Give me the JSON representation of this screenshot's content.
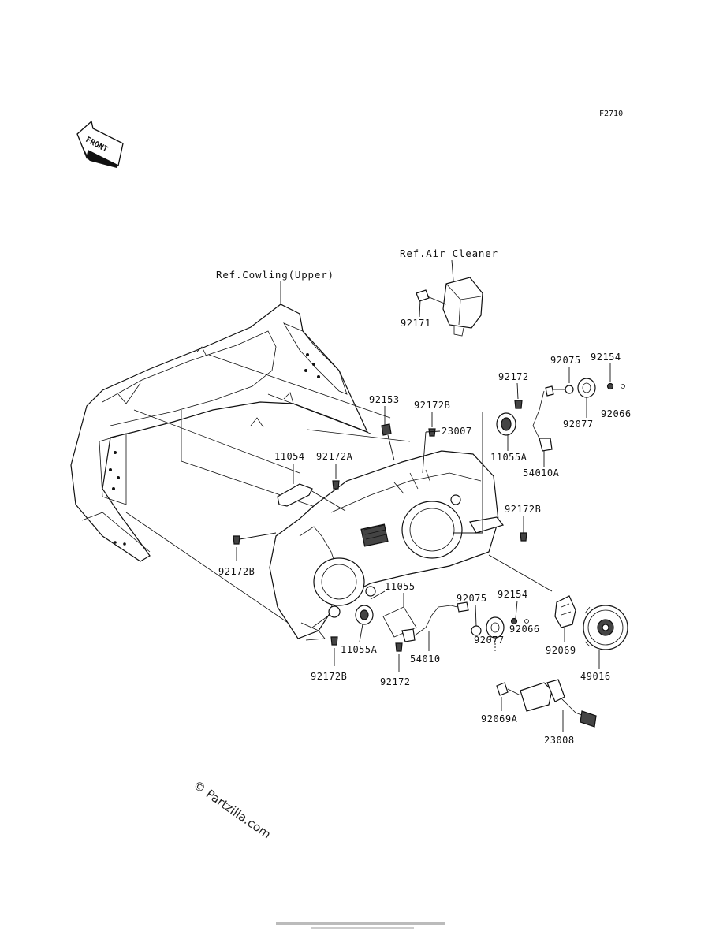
{
  "diagram_code": "F2710",
  "front_arrow_label": "FRONT",
  "references": {
    "air_cleaner": "Ref.Air Cleaner",
    "cowling_upper": "Ref.Cowling(Upper)"
  },
  "parts": {
    "p92171": "92171",
    "p92075_top": "92075",
    "p92154_top": "92154",
    "p92172_top": "92172",
    "p92066_top": "92066",
    "p92077_top": "92077",
    "p92153": "92153",
    "p92172B_top": "92172B",
    "p23007": "23007",
    "p11055A_top": "11055A",
    "p54010A": "54010A",
    "p11054": "11054",
    "p92172A": "92172A",
    "p92172B_right": "92172B",
    "p92172B_left": "92172B",
    "p11055": "11055",
    "p92075_mid": "92075",
    "p92154_mid": "92154",
    "p92077_mid": "92077",
    "p92066_mid": "92066",
    "p92069": "92069",
    "p49016": "49016",
    "p11055A_bottom": "11055A",
    "p54010": "54010",
    "p92172B_bottom": "92172B",
    "p92172_bottom": "92172",
    "p92069A": "92069A",
    "p23008": "23008"
  },
  "watermark": "© Partzilla.com"
}
